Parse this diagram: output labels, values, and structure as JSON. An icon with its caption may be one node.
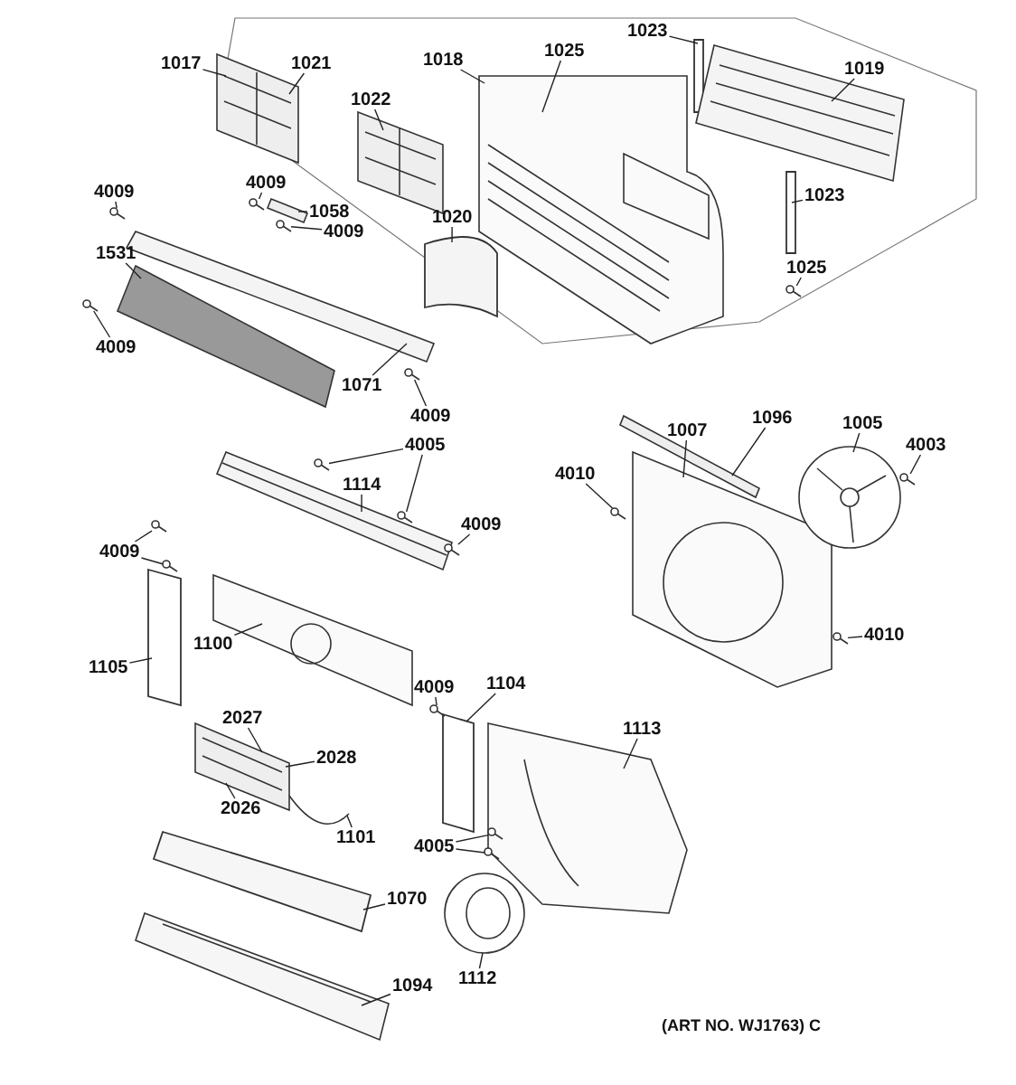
{
  "diagram": {
    "nodes": [
      {
        "text": [
          "1017"
        ]
      },
      {
        "text": [
          "1021"
        ]
      },
      {
        "text": [
          "1022"
        ]
      },
      {
        "text": [
          "1018"
        ]
      },
      {
        "text": [
          "1025"
        ]
      },
      {
        "text": [
          "1023"
        ]
      },
      {
        "text": [
          "1019"
        ]
      },
      {
        "text": [
          "1023"
        ]
      },
      {
        "text": [
          "4009"
        ]
      },
      {
        "text": [
          "4009"
        ]
      },
      {
        "text": [
          "1058"
        ]
      },
      {
        "text": [
          "4009"
        ]
      },
      {
        "text": [
          "1020"
        ]
      },
      {
        "text": [
          "1531"
        ]
      },
      {
        "text": [
          "4009"
        ]
      },
      {
        "text": [
          "1071"
        ]
      },
      {
        "text": [
          "4009"
        ]
      },
      {
        "text": [
          "1025"
        ]
      },
      {
        "text": [
          "1096"
        ]
      },
      {
        "text": [
          "1007"
        ]
      },
      {
        "text": [
          "1005"
        ]
      },
      {
        "text": [
          "4003"
        ]
      },
      {
        "text": [
          "4010"
        ]
      },
      {
        "text": [
          "4010"
        ]
      },
      {
        "text": [
          "4005"
        ]
      },
      {
        "text": [
          "1114"
        ]
      },
      {
        "text": [
          "4009"
        ]
      },
      {
        "text": [
          "4009"
        ]
      },
      {
        "text": [
          "1105"
        ]
      },
      {
        "text": [
          "1100"
        ]
      },
      {
        "text": [
          "4009"
        ]
      },
      {
        "text": [
          "1104"
        ]
      },
      {
        "text": [
          "1113"
        ]
      },
      {
        "text": [
          "2027"
        ]
      },
      {
        "text": [
          "2028"
        ]
      },
      {
        "text": [
          "2026"
        ]
      },
      {
        "text": [
          "1101"
        ]
      },
      {
        "text": [
          "4005"
        ]
      },
      {
        "text": [
          "1070"
        ]
      },
      {
        "text": [
          "1112"
        ]
      },
      {
        "text": [
          "1094"
        ]
      },
      {
        "text": [],
        "shape": "picture"
      },
      {
        "text": [],
        "shape": "picture"
      },
      {
        "text": [],
        "shape": "box"
      },
      {
        "text": [],
        "shape": "picture"
      },
      {
        "text": [],
        "shape": "picture"
      },
      {
        "text": [],
        "shape": "box"
      },
      {
        "text": [],
        "shape": "picture"
      },
      {
        "text": [],
        "shape": "box"
      },
      {
        "text": [],
        "shape": "picture"
      },
      {
        "text": [],
        "shape": "picture"
      },
      {
        "text": [],
        "shape": "picture"
      },
      {
        "text": [],
        "shape": "picture"
      },
      {
        "text": [],
        "shape": "picture"
      },
      {
        "text": [],
        "shape": "picture"
      },
      {
        "text": [],
        "shape": "picture"
      },
      {
        "text": [],
        "shape": "box"
      },
      {
        "text": [],
        "shape": "picture"
      },
      {
        "text": [],
        "shape": "box"
      },
      {
        "text": [],
        "shape": "picture"
      },
      {
        "text": [],
        "shape": "picture"
      },
      {
        "text": [],
        "shape": "picture"
      },
      {
        "text": [],
        "shape": "picture"
      },
      {
        "text": [],
        "shape": "box"
      },
      {
        "text": [],
        "shape": "picture"
      },
      {
        "text": [],
        "shape": "picture"
      },
      {
        "text": [],
        "shape": "picture"
      },
      {
        "text": [],
        "shape": "picture"
      },
      {
        "text": [],
        "shape": "picture"
      },
      {
        "text": [],
        "shape": "picture"
      },
      {
        "text": [],
        "shape": "picture"
      },
      {
        "text": [],
        "shape": "picture"
      },
      {
        "text": [],
        "shape": "picture"
      },
      {
        "text": [],
        "shape": "picture"
      },
      {
        "text": [],
        "shape": "picture"
      },
      {
        "text": [],
        "shape": "picture"
      },
      {
        "text": [],
        "shape": "picture"
      },
      {
        "text": [],
        "shape": "picture"
      },
      {
        "text": [],
        "shape": "picture"
      },
      {
        "text": [],
        "shape": "picture",
        "in": 61
      },
      {
        "text": [],
        "shape": "picture",
        "in": 61
      }
    ],
    "edges": [
      {
        "from": 0,
        "to": 41,
        "arrow": "none"
      },
      {
        "from": 1,
        "to": 41,
        "arrow": "none"
      },
      {
        "from": 2,
        "to": 42,
        "arrow": "none"
      },
      {
        "from": 3,
        "to": 44,
        "arrow": "none"
      },
      {
        "from": 4,
        "to": 44,
        "arrow": "none"
      },
      {
        "from": 5,
        "to": 43,
        "arrow": "none"
      },
      {
        "from": 6,
        "to": 45,
        "arrow": "none"
      },
      {
        "from": 7,
        "to": 46,
        "arrow": "none"
      },
      {
        "from": 8,
        "to": 65,
        "arrow": "none"
      },
      {
        "from": 9,
        "to": 66,
        "arrow": "none"
      },
      {
        "from": 10,
        "to": 47,
        "arrow": "none"
      },
      {
        "from": 11,
        "to": 67,
        "arrow": "none"
      },
      {
        "from": 12,
        "to": 48,
        "arrow": "none"
      },
      {
        "from": 13,
        "to": 50,
        "arrow": "none"
      },
      {
        "from": 14,
        "to": 68,
        "arrow": "none"
      },
      {
        "from": 15,
        "to": 49,
        "arrow": "none"
      },
      {
        "from": 16,
        "to": 69,
        "arrow": "none"
      },
      {
        "from": 17,
        "to": 51,
        "arrow": "none"
      },
      {
        "from": 18,
        "to": 52,
        "arrow": "none"
      },
      {
        "from": 19,
        "to": 53,
        "arrow": "none"
      },
      {
        "from": 20,
        "to": 54,
        "arrow": "none"
      },
      {
        "from": 21,
        "to": 76,
        "arrow": "none"
      },
      {
        "from": 22,
        "to": 75,
        "arrow": "none"
      },
      {
        "from": 23,
        "to": 77,
        "arrow": "none"
      },
      {
        "from": 24,
        "to": 70,
        "arrow": "none"
      },
      {
        "from": 24,
        "to": 71,
        "arrow": "none"
      },
      {
        "from": 25,
        "to": 55,
        "arrow": "none"
      },
      {
        "from": 26,
        "to": 72,
        "arrow": "none"
      },
      {
        "from": 27,
        "to": 73,
        "arrow": "none"
      },
      {
        "from": 27,
        "to": 74,
        "arrow": "none"
      },
      {
        "from": 28,
        "to": 56,
        "arrow": "none"
      },
      {
        "from": 29,
        "to": 57,
        "arrow": "none"
      },
      {
        "from": 30,
        "to": 78,
        "arrow": "none"
      },
      {
        "from": 31,
        "to": 58,
        "arrow": "none"
      },
      {
        "from": 32,
        "to": 61,
        "arrow": "none"
      },
      {
        "from": 33,
        "to": 59,
        "arrow": "none"
      },
      {
        "from": 34,
        "to": 59,
        "arrow": "none"
      },
      {
        "from": 35,
        "to": 59,
        "arrow": "none"
      },
      {
        "from": 36,
        "to": 60,
        "arrow": "none"
      },
      {
        "from": 37,
        "to": 79,
        "arrow": "none"
      },
      {
        "from": 37,
        "to": 80,
        "arrow": "none"
      },
      {
        "from": 38,
        "to": 63,
        "arrow": "none"
      },
      {
        "from": 39,
        "to": 62,
        "arrow": "none"
      },
      {
        "from": 40,
        "to": 64,
        "arrow": "none"
      }
    ],
    "labels": [
      "(ART NO. WJ1763) C"
    ]
  }
}
